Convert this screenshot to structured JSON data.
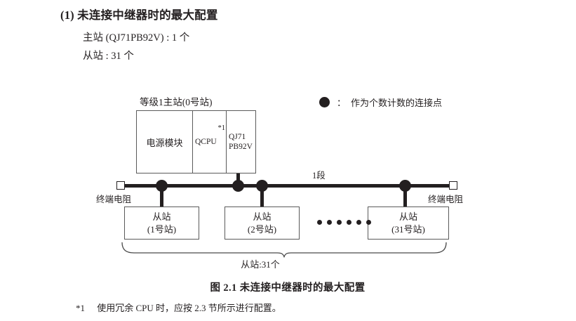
{
  "heading": {
    "number": "(1)",
    "text": "(1) 未连接中继器时的最大配置",
    "specs": [
      "主站 (QJ71PB92V) : 1 个",
      "从站 : 31 个"
    ]
  },
  "legend": {
    "symbol": "filled-circle",
    "separator": "：",
    "text": "作为个数计数的连接点"
  },
  "diagram": {
    "rack": {
      "title": "等级1主站(0号站)",
      "cells": [
        {
          "label": "电源模块",
          "note": ""
        },
        {
          "label": "QCPU",
          "note": "*1"
        },
        {
          "label": "QJ71\nPB92V",
          "note": ""
        }
      ],
      "cell_power_label": "电源模块",
      "cell_cpu_label": "QCPU",
      "cell_cpu_note": "*1",
      "cell_net_line1": "QJ71",
      "cell_net_line2": "PB92V"
    },
    "bus": {
      "segment_label": "1段",
      "terminator_left_label": "终端电阻",
      "terminator_right_label": "终端电阻",
      "node_count": 4
    },
    "slaves": [
      {
        "name": "从站",
        "station": "(1号站)"
      },
      {
        "name": "从站",
        "station": "(2号站)"
      },
      {
        "name": "从站",
        "station": "(31号站)"
      }
    ],
    "ellipsis_dot_count": 6,
    "brace_label": "从站:31个"
  },
  "figure_caption": "图 2.1  未连接中继器时的最大配置",
  "footnote": {
    "mark": "*1",
    "text": "使用冗余 CPU 时，应按 2.3 节所示进行配置。"
  },
  "colors": {
    "ink": "#231f20",
    "box_stroke": "#5a5a5a",
    "background": "#ffffff"
  }
}
